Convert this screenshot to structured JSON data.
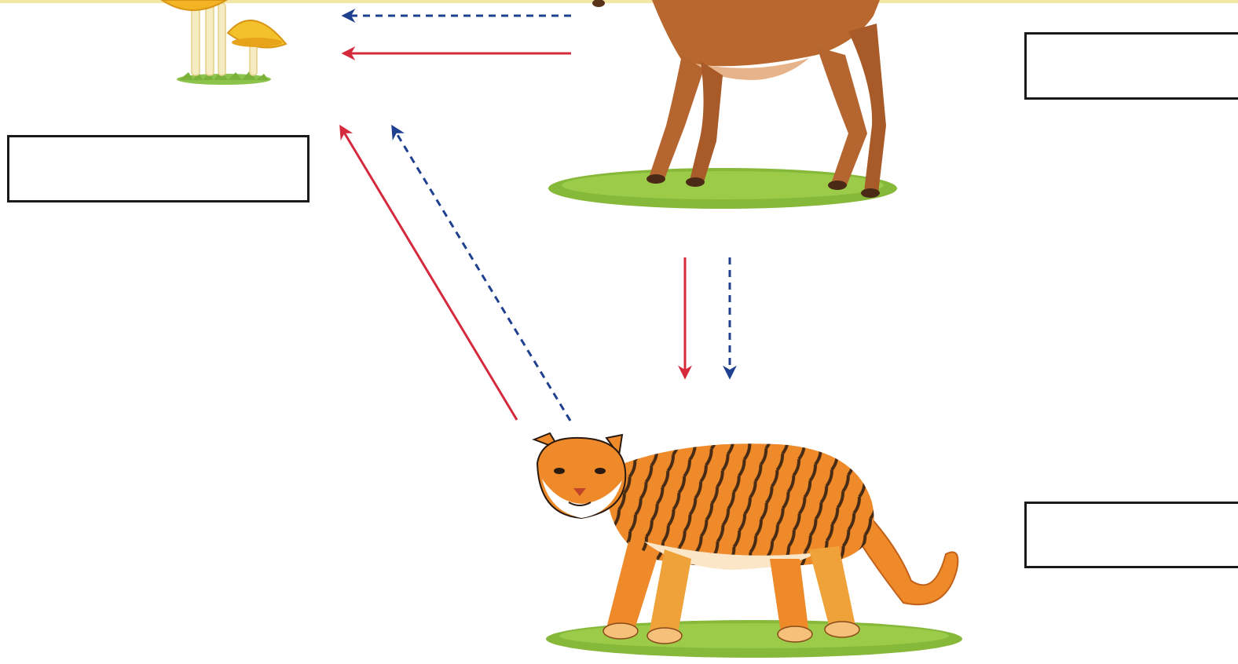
{
  "colors": {
    "energy_flow_arrow": "#d42a3c",
    "nutrient_flow_arrow": "#1f3f8f",
    "top_strip": "#f3e7a6",
    "box_border": "#1a1a1a"
  },
  "organisms": [
    "mushrooms",
    "deer",
    "tiger"
  ],
  "answer_boxes": [
    {
      "id": "mushroom-label-box",
      "value": ""
    },
    {
      "id": "deer-label-box",
      "value": ""
    },
    {
      "id": "tiger-label-box",
      "value": ""
    }
  ],
  "arrows": [
    {
      "from": "deer",
      "to": "mushrooms",
      "style": "solid",
      "color": "#d42a3c"
    },
    {
      "from": "deer",
      "to": "mushrooms",
      "style": "dashed",
      "color": "#1f3f8f"
    },
    {
      "from": "deer",
      "to": "tiger",
      "style": "solid",
      "color": "#d42a3c"
    },
    {
      "from": "deer",
      "to": "tiger",
      "style": "dashed",
      "color": "#1f3f8f"
    },
    {
      "from": "tiger",
      "to": "mushrooms",
      "style": "solid",
      "color": "#d42a3c"
    },
    {
      "from": "tiger",
      "to": "mushrooms",
      "style": "dashed",
      "color": "#1f3f8f"
    }
  ]
}
